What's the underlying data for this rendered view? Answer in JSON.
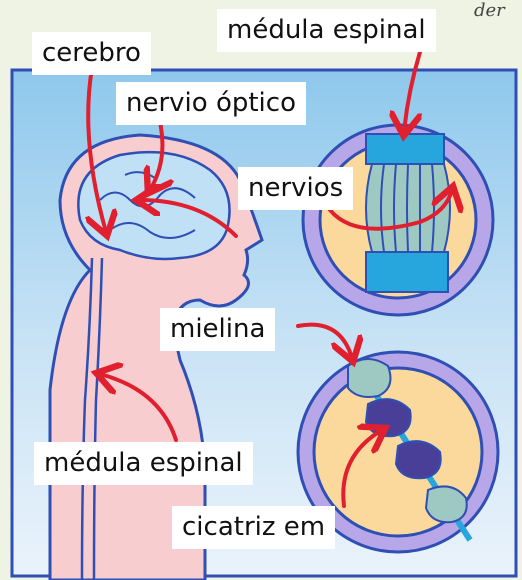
{
  "labels": {
    "cerebro": "cerebro",
    "medula_espinal_top": "médula espinal",
    "nervio_optico": "nervio óptico",
    "nervios": "nervios",
    "mielina": "mielina",
    "medula_espinal_bottom": "médula espinal",
    "cicatriz": "cicatriz em"
  },
  "side_text": "der",
  "colors": {
    "background": "#eef3e4",
    "sky_top": "#8ec8ec",
    "sky_bottom": "#e6f1fa",
    "body_outline": "#2f4fb4",
    "skin": "#f7cdd0",
    "brain": "#bfe0f5",
    "arrow": "#e0202e",
    "circle_ring": "#b7a6e8",
    "circle_fill": "#fbd99d",
    "spine_blue": "#27a6de",
    "nerve_green": "#9ec9c3",
    "vertebra_dark": "#4a3f98"
  }
}
